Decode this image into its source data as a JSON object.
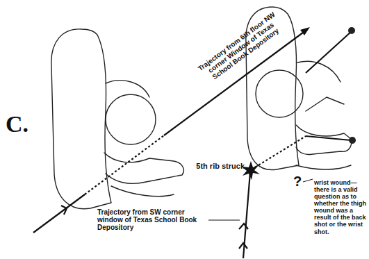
{
  "diagram": {
    "labels": [
      "C.",
      "Trajectory from 6th floor NW corner Window of Texas School Book Depository",
      "5th rib struck",
      "Trajectory from SW corner window of Texas School Book Depository",
      "?",
      "wrist wound— there is a valid question as to whether the thigh wound was a result of the back shot or the wrist shot."
    ]
  }
}
